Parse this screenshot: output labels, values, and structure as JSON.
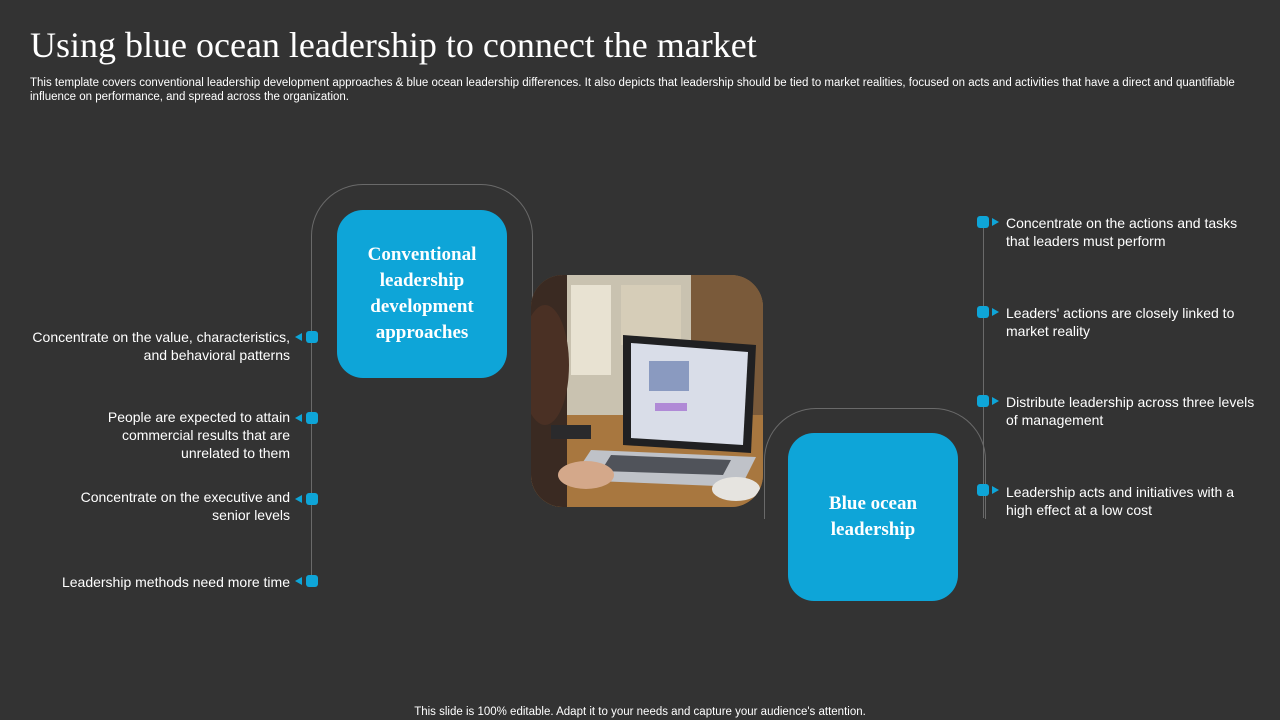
{
  "title": "Using blue ocean leadership to connect the market",
  "description": "This template covers conventional leadership development approaches & blue ocean leadership differences. It also depicts that leadership should be tied to market realities, focused on acts and activities that have a direct and quantifiable influence on performance, and spread across the organization.",
  "footer": "This slide is 100% editable. Adapt it to your needs and capture your audience's attention.",
  "conventional": {
    "label": "Conventional leadership development approaches",
    "items": [
      "Concentrate on the value, characteristics, and behavioral patterns",
      "People are expected to attain commercial results that are unrelated to them",
      "Concentrate on the executive and senior levels",
      "Leadership methods need more time"
    ]
  },
  "blue_ocean": {
    "label": "Blue ocean leadership",
    "items": [
      "Concentrate on the actions and tasks that leaders must perform",
      "Leaders' actions are closely linked to market reality",
      "Distribute leadership across three levels of management",
      "Leadership acts and initiatives with a high effect at a low cost"
    ]
  },
  "colors": {
    "accent": "#0ea5d8",
    "background": "#333333",
    "line": "#6a6a6a"
  },
  "icons": [
    "square-marker-icon",
    "triangle-pointer-icon"
  ]
}
